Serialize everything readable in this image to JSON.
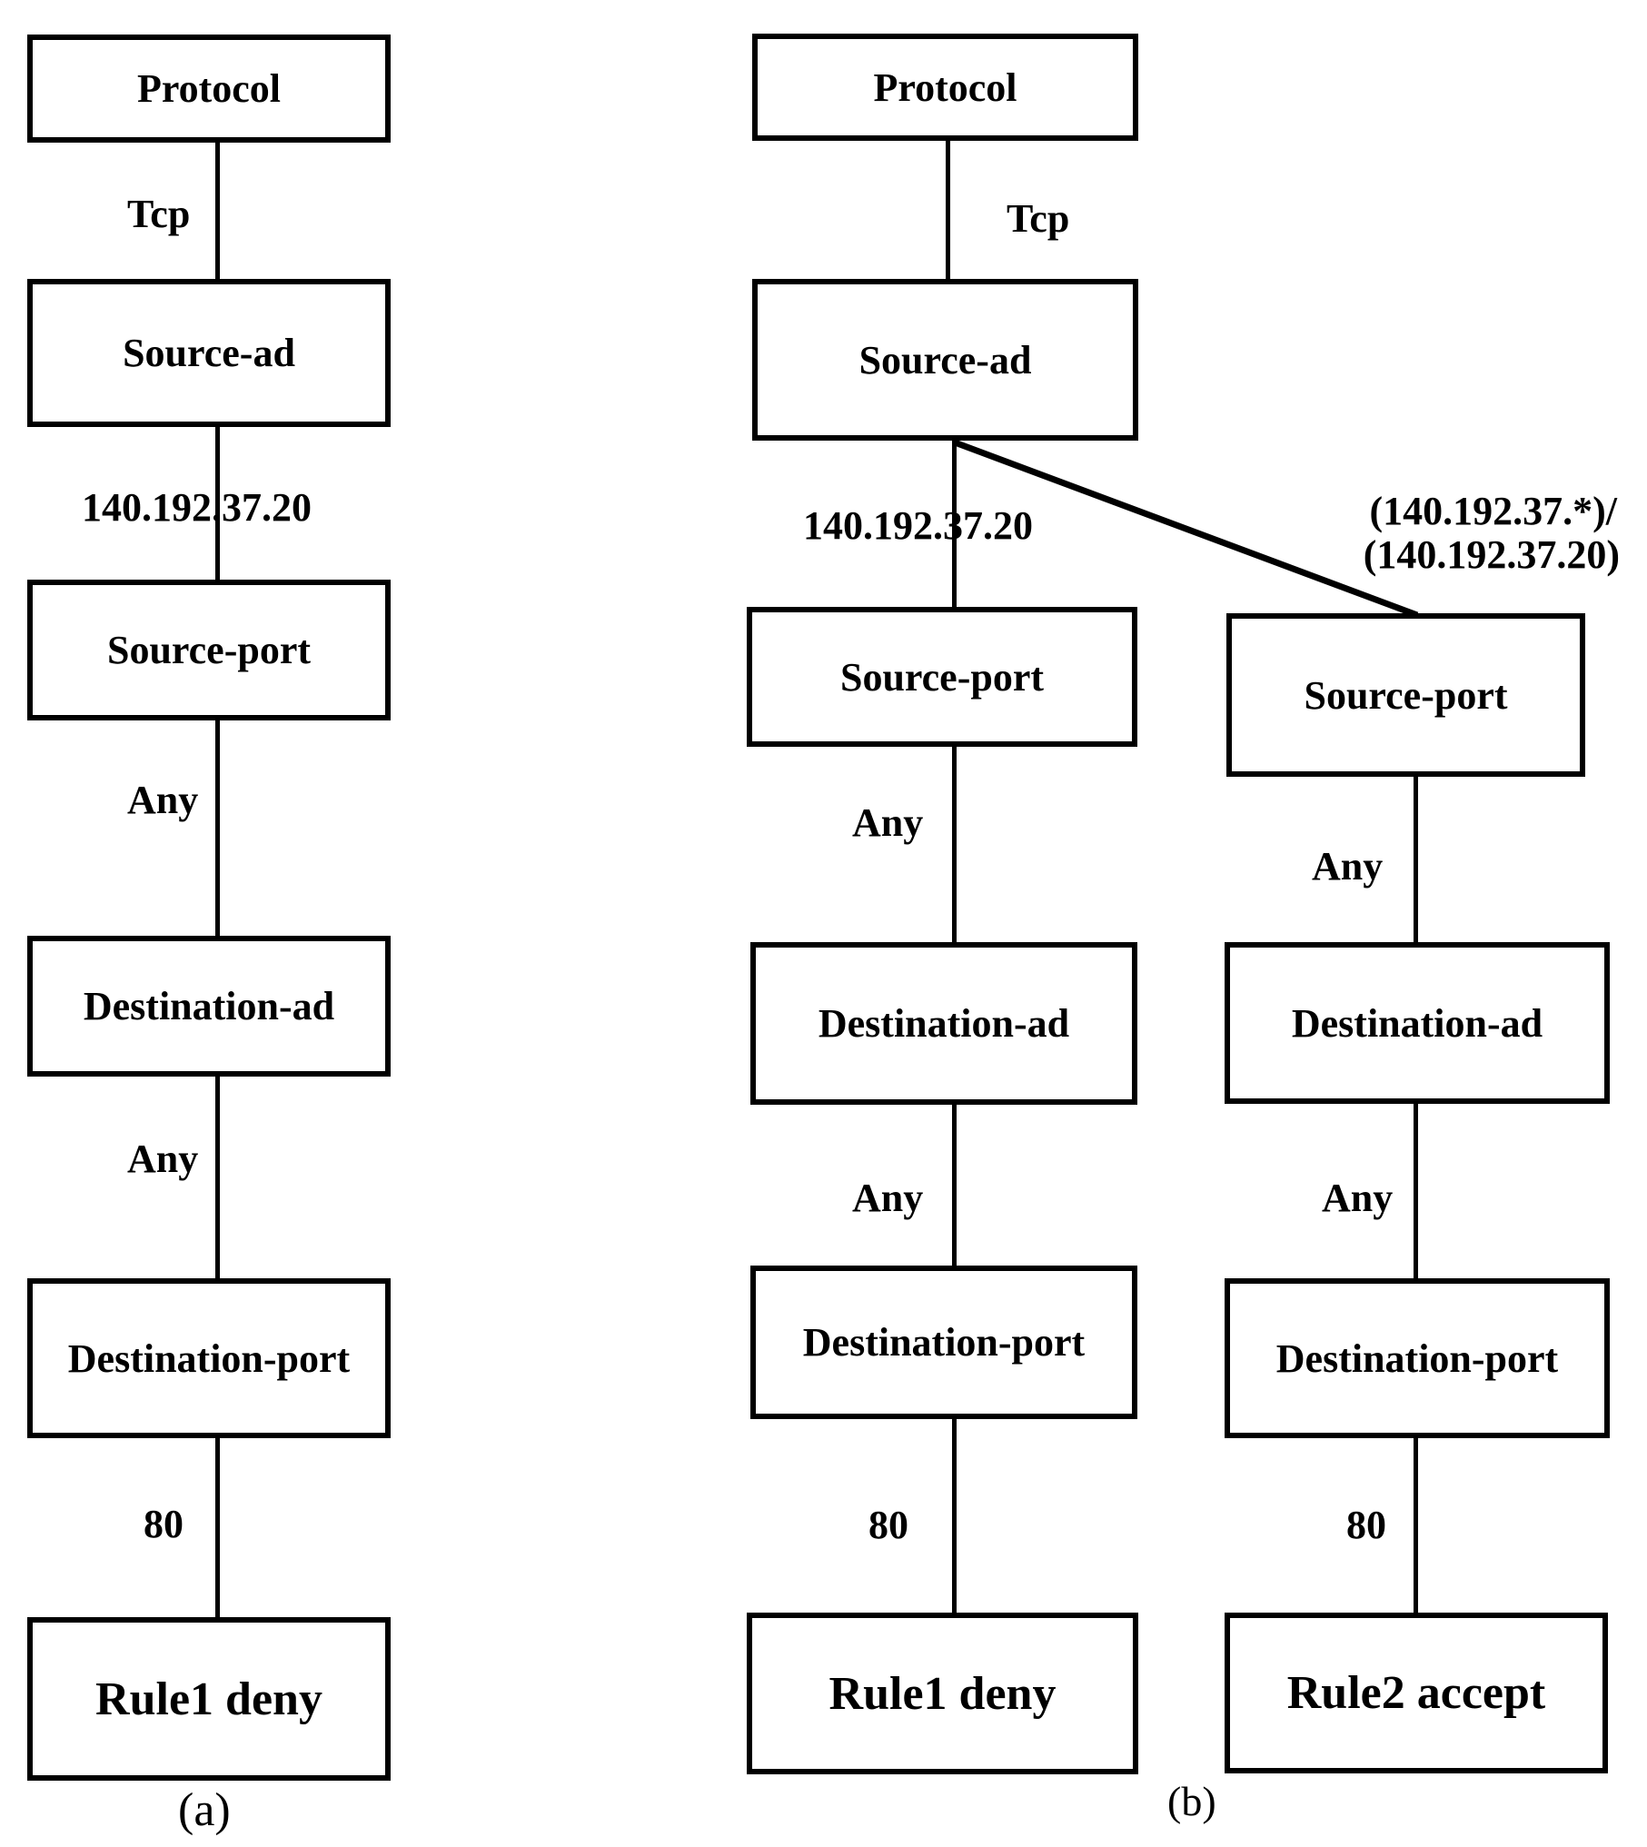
{
  "figure_a": {
    "caption": "(a)",
    "nodes": {
      "protocol": "Protocol",
      "source_ad": "Source-ad",
      "source_port": "Source-port",
      "destination_ad": "Destination-ad",
      "destination_port": "Destination-port",
      "rule": "Rule1 deny"
    },
    "edge_labels": {
      "protocol_value": "Tcp",
      "source_ad_value": "140.192.37.20",
      "source_port_value": "Any",
      "destination_ad_value": "Any",
      "destination_port_value": "80"
    }
  },
  "figure_b": {
    "caption": "(b)",
    "rule1_branch": {
      "nodes": {
        "protocol": "Protocol",
        "source_ad": "Source-ad",
        "source_port": "Source-port",
        "destination_ad": "Destination-ad",
        "destination_port": "Destination-port",
        "rule": "Rule1 deny"
      },
      "edge_labels": {
        "protocol_value": "Tcp",
        "source_ad_value": "140.192.37.20",
        "source_port_value": "Any",
        "destination_ad_value": "Any",
        "destination_port_value": "80"
      }
    },
    "rule2_branch": {
      "nodes": {
        "source_port": "Source-port",
        "destination_ad": "Destination-ad",
        "destination_port": "Destination-port",
        "rule": "Rule2 accept"
      },
      "edge_labels": {
        "source_ad_value_line1": "(140.192.37.*)/",
        "source_ad_value_line2": "(140.192.37.20)",
        "source_port_value": "Any",
        "destination_ad_value": "Any",
        "destination_port_value": "80"
      }
    }
  },
  "colors": {
    "line": "#000000",
    "background": "#ffffff"
  }
}
